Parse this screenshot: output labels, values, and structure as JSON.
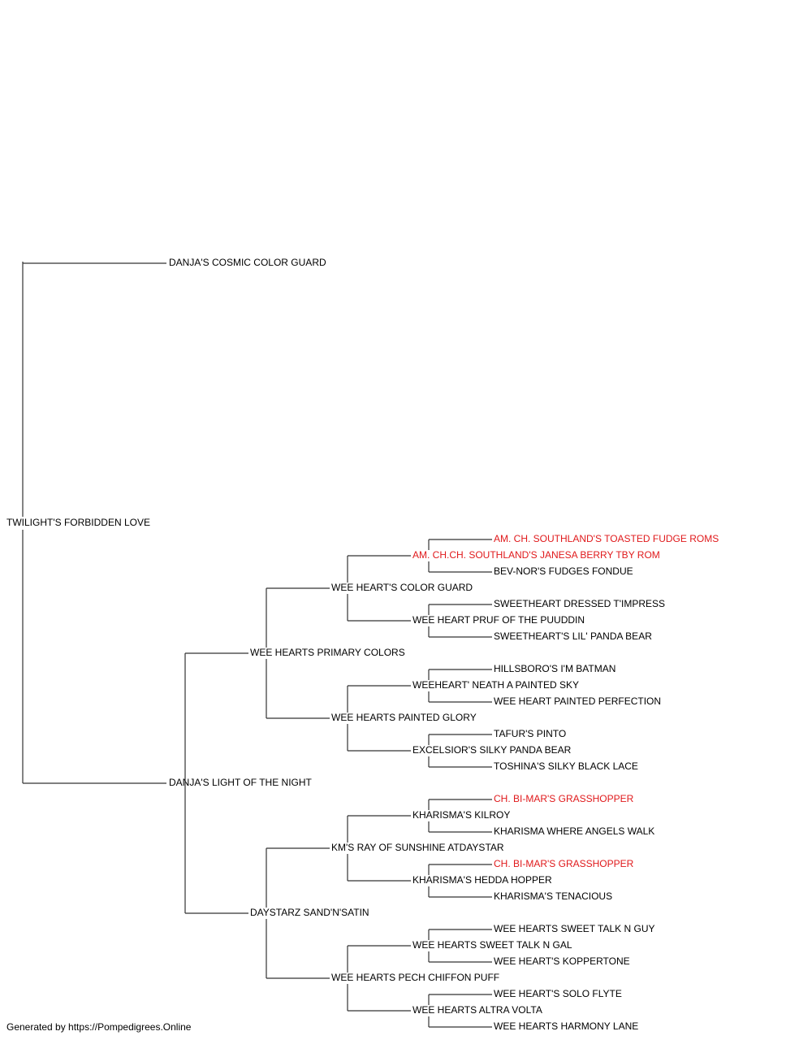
{
  "colors": {
    "normal": "#000000",
    "champion": "#e0191b",
    "line": "#333333"
  },
  "footer": "Generated by https://Pompedigrees.Online",
  "pedigree": {
    "name": "TWILIGHT'S FORBIDDEN LOVE",
    "champion": false,
    "sire": {
      "name": "DANJA'S COSMIC COLOR GUARD",
      "champion": false
    },
    "dam": {
      "name": "DANJA'S LIGHT OF THE NIGHT",
      "champion": false,
      "sire": {
        "name": "WEE HEARTS PRIMARY COLORS",
        "champion": false,
        "sire": {
          "name": "WEE HEART'S COLOR GUARD",
          "champion": false,
          "sire": {
            "name": "AM. CH.CH. SOUTHLAND'S JANESA BERRY TBY ROM",
            "champion": true,
            "sire": {
              "name": "AM. CH. SOUTHLAND'S TOASTED FUDGE ROMS",
              "champion": true
            },
            "dam": {
              "name": "BEV-NOR'S FUDGES FONDUE",
              "champion": false
            }
          },
          "dam": {
            "name": "WEE HEART PRUF OF THE PUUDDIN",
            "champion": false,
            "sire": {
              "name": "SWEETHEART DRESSED T'IMPRESS",
              "champion": false
            },
            "dam": {
              "name": "SWEETHEART'S LIL' PANDA BEAR",
              "champion": false
            }
          }
        },
        "dam": {
          "name": "WEE HEARTS PAINTED GLORY",
          "champion": false,
          "sire": {
            "name": "WEEHEART' NEATH A PAINTED SKY",
            "champion": false,
            "sire": {
              "name": "HILLSBORO'S I'M BATMAN",
              "champion": false
            },
            "dam": {
              "name": "WEE HEART PAINTED PERFECTION",
              "champion": false
            }
          },
          "dam": {
            "name": "EXCELSIOR'S SILKY PANDA BEAR",
            "champion": false,
            "sire": {
              "name": "TAFUR'S PINTO",
              "champion": false
            },
            "dam": {
              "name": "TOSHINA'S SILKY BLACK LACE",
              "champion": false
            }
          }
        }
      },
      "dam": {
        "name": "DAYSTARZ SAND'N'SATIN",
        "champion": false,
        "sire": {
          "name": "KM'S RAY OF SUNSHINE ATDAYSTAR",
          "champion": false,
          "sire": {
            "name": "KHARISMA'S KILROY",
            "champion": false,
            "sire": {
              "name": "CH. BI-MAR'S GRASSHOPPER",
              "champion": true
            },
            "dam": {
              "name": "KHARISMA WHERE ANGELS WALK",
              "champion": false
            }
          },
          "dam": {
            "name": "KHARISMA'S HEDDA HOPPER",
            "champion": false,
            "sire": {
              "name": "CH. BI-MAR'S GRASSHOPPER",
              "champion": true
            },
            "dam": {
              "name": "KHARISMA'S TENACIOUS",
              "champion": false
            }
          }
        },
        "dam": {
          "name": "WEE HEARTS PECH CHIFFON PUFF",
          "champion": false,
          "sire": {
            "name": "WEE HEARTS SWEET TALK N GAL",
            "champion": false,
            "sire": {
              "name": "WEE HEARTS SWEET TALK N GUY",
              "champion": false
            },
            "dam": {
              "name": "WEE HEART'S KOPPERTONE",
              "champion": false
            }
          },
          "dam": {
            "name": "WEE HEARTS ALTRA VOLTA",
            "champion": false,
            "sire": {
              "name": "WEE HEART'S SOLO FLYTE",
              "champion": false
            },
            "dam": {
              "name": "WEE HEARTS HARMONY LANE",
              "champion": false
            }
          }
        }
      }
    }
  }
}
